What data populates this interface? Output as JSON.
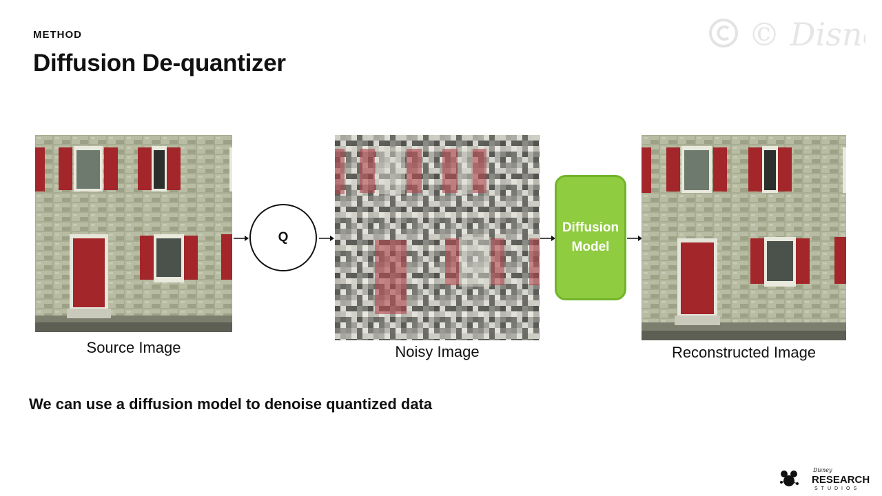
{
  "slide": {
    "eyebrow": "METHOD",
    "title": "Diffusion De-quantizer",
    "subtitle": "We can use a diffusion model to denoise quantized data"
  },
  "watermark": {
    "text": "© Disney",
    "icon": "copyright-disney-watermark"
  },
  "diagram": {
    "source_caption": "Source Image",
    "quantizer_label": "Q",
    "noisy_caption": "Noisy Image",
    "model_label_line1": "Diffusion",
    "model_label_line2": "Model",
    "reconstructed_caption": "Reconstructed Image",
    "model_color": "#8fcc3f"
  },
  "footer": {
    "logo_small": "Disney",
    "logo_main": "RESEARCH",
    "logo_sub": "STUDIOS",
    "logo_icon": "mickey-network-icon"
  }
}
